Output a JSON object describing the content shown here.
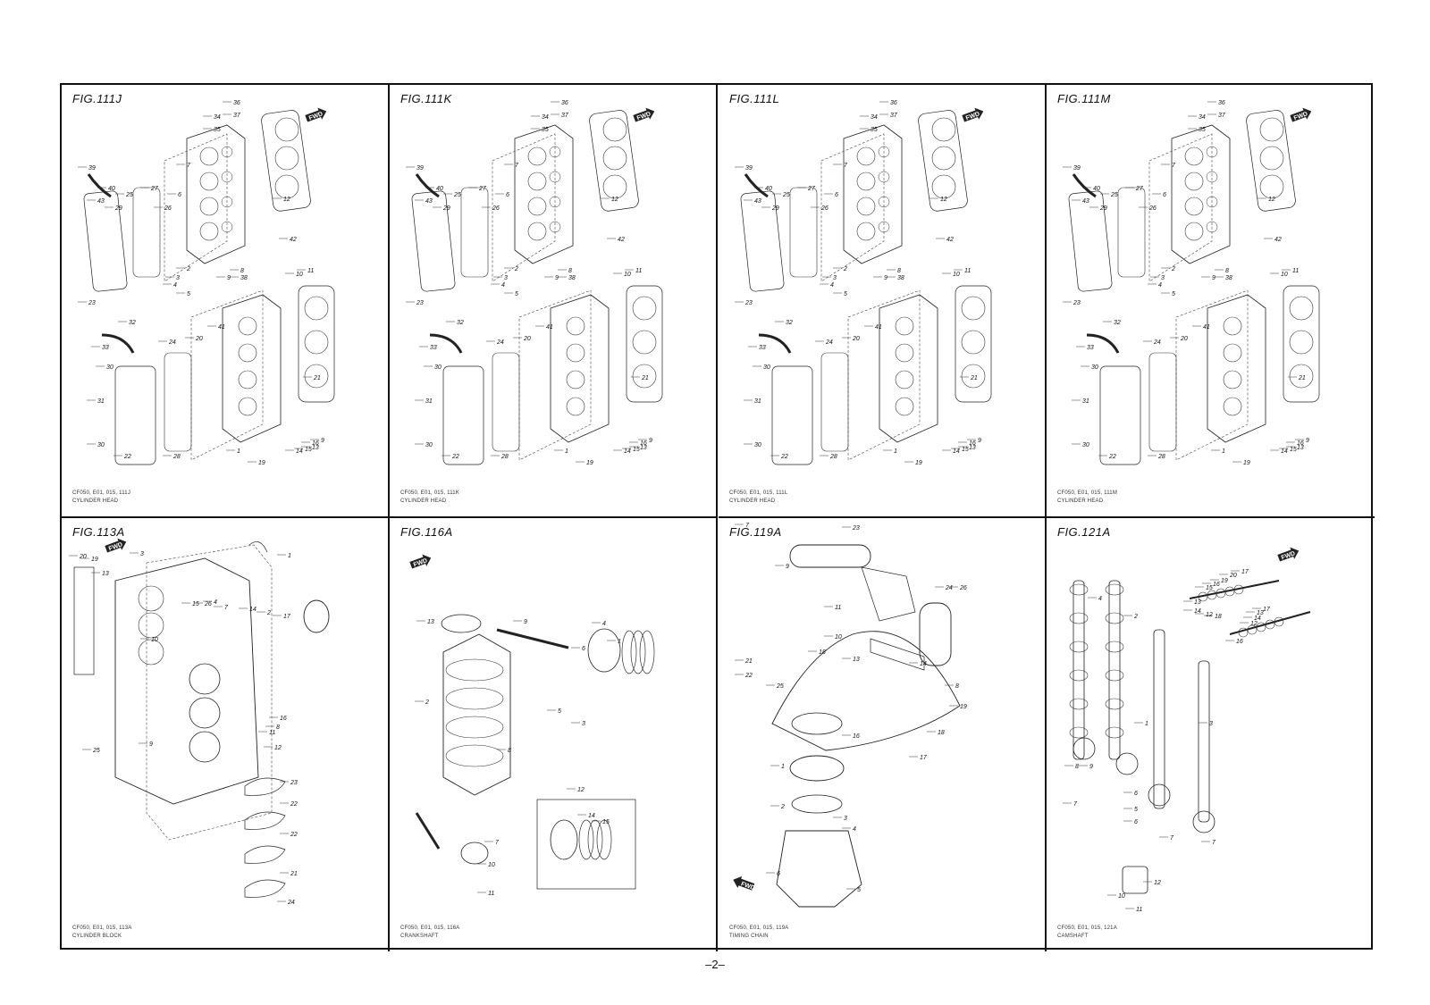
{
  "page": {
    "number": "–2–"
  },
  "figures": [
    {
      "id": "111J",
      "title": "FIG.111J",
      "caption_code": "CF050, E01, 015, 111J",
      "caption_name": "CYLINDER HEAD",
      "fwd": "FWD",
      "callouts": [
        "36",
        "37",
        "34",
        "35",
        "7",
        "6",
        "39",
        "40",
        "43",
        "29",
        "25",
        "27",
        "26",
        "12",
        "42",
        "2",
        "3",
        "4",
        "8",
        "9",
        "5",
        "38",
        "10",
        "11",
        "23",
        "32",
        "33",
        "41",
        "20",
        "24",
        "30",
        "31",
        "30",
        "28",
        "22",
        "1",
        "19",
        "13",
        "14",
        "15",
        "16",
        "21",
        "9"
      ]
    },
    {
      "id": "111K",
      "title": "FIG.111K",
      "caption_code": "CF050, E01, 015, 111K",
      "caption_name": "CYLINDER HEAD",
      "fwd": "FWD",
      "callouts": [
        "36",
        "37",
        "34",
        "35",
        "7",
        "6",
        "39",
        "40",
        "43",
        "29",
        "25",
        "27",
        "26",
        "12",
        "42",
        "2",
        "3",
        "4",
        "8",
        "9",
        "5",
        "38",
        "10",
        "11",
        "23",
        "32",
        "33",
        "41",
        "20",
        "24",
        "30",
        "31",
        "30",
        "28",
        "22",
        "1",
        "19",
        "13",
        "14",
        "15",
        "16",
        "21",
        "9"
      ]
    },
    {
      "id": "111L",
      "title": "FIG.111L",
      "caption_code": "CF050, E01, 015, 111L",
      "caption_name": "CYLINDER HEAD",
      "fwd": "FWD",
      "callouts": [
        "36",
        "37",
        "34",
        "35",
        "7",
        "6",
        "39",
        "40",
        "43",
        "29",
        "25",
        "27",
        "26",
        "12",
        "42",
        "2",
        "3",
        "4",
        "8",
        "9",
        "5",
        "38",
        "10",
        "11",
        "23",
        "32",
        "33",
        "41",
        "20",
        "24",
        "30",
        "31",
        "30",
        "28",
        "22",
        "1",
        "19",
        "13",
        "14",
        "15",
        "16",
        "21",
        "9"
      ]
    },
    {
      "id": "111M",
      "title": "FIG.111M",
      "caption_code": "CF050, E01, 015, 111M",
      "caption_name": "CYLINDER HEAD",
      "fwd": "FWD",
      "callouts": [
        "36",
        "37",
        "34",
        "35",
        "7",
        "6",
        "39",
        "40",
        "43",
        "29",
        "25",
        "27",
        "26",
        "12",
        "42",
        "2",
        "3",
        "4",
        "8",
        "9",
        "5",
        "38",
        "10",
        "11",
        "23",
        "32",
        "33",
        "41",
        "20",
        "24",
        "30",
        "31",
        "30",
        "28",
        "22",
        "1",
        "19",
        "13",
        "14",
        "15",
        "16",
        "21",
        "9"
      ]
    },
    {
      "id": "113A",
      "title": "FIG.113A",
      "caption_code": "CF050, E01, 015, 113A",
      "caption_name": "CYLINDER BLOCK",
      "fwd": "FWD",
      "callouts": [
        "20",
        "19",
        "3",
        "1",
        "13",
        "15",
        "26",
        "7",
        "14",
        "4",
        "2",
        "17",
        "10",
        "16",
        "25",
        "9",
        "8",
        "11",
        "12",
        "23",
        "22",
        "22",
        "21",
        "24"
      ]
    },
    {
      "id": "116A",
      "title": "FIG.116A",
      "caption_code": "CF050, E01, 015, 116A",
      "caption_name": "CRANKSHAFT",
      "fwd": "FWD",
      "callouts": [
        "13",
        "9",
        "4",
        "1",
        "6",
        "5",
        "3",
        "2",
        "8",
        "7",
        "10",
        "11",
        "12",
        "14",
        "15"
      ]
    },
    {
      "id": "119A",
      "title": "FIG.119A",
      "caption_code": "CF050, E01, 015, 119A",
      "caption_name": "TIMING CHAIN",
      "fwd": "FWD",
      "callouts": [
        "23",
        "9",
        "11",
        "24",
        "26",
        "10",
        "21",
        "22",
        "18",
        "25",
        "13",
        "14",
        "8",
        "19",
        "16",
        "18",
        "17",
        "1",
        "2",
        "3",
        "4",
        "6",
        "5",
        "7"
      ]
    },
    {
      "id": "121A",
      "title": "FIG.121A",
      "caption_code": "CF050, E01, 015, 121A",
      "caption_name": "CAMSHAFT",
      "fwd": "FWD",
      "callouts": [
        "4",
        "2",
        "17",
        "20",
        "19",
        "16",
        "15",
        "13",
        "14",
        "12",
        "18",
        "17",
        "13",
        "14",
        "12",
        "16",
        "3",
        "1",
        "8",
        "9",
        "7",
        "6",
        "5",
        "6",
        "7",
        "7",
        "10",
        "11",
        "12"
      ]
    }
  ]
}
